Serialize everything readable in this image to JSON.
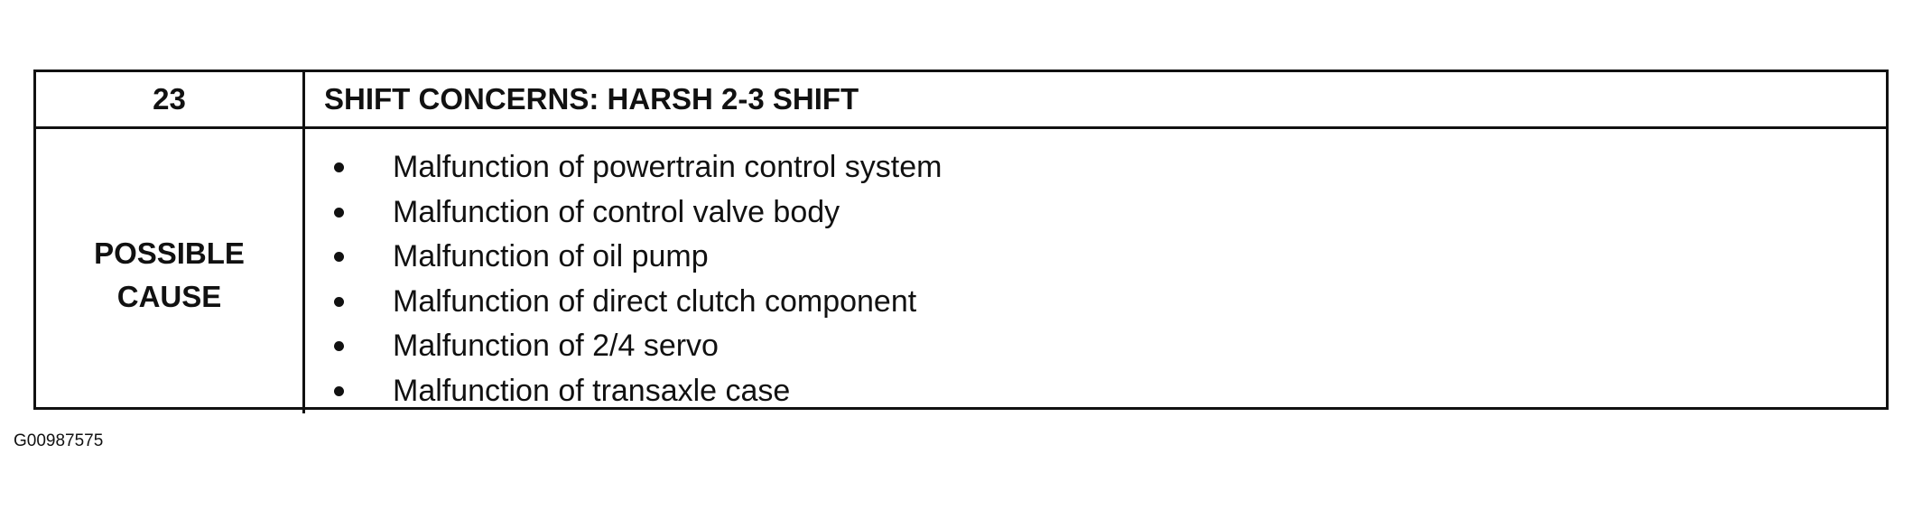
{
  "table": {
    "number": "23",
    "title": "SHIFT CONCERNS: HARSH 2-3 SHIFT",
    "label_line1": "POSSIBLE",
    "label_line2": "CAUSE",
    "causes": [
      "Malfunction of powertrain control system",
      "Malfunction of control valve body",
      "Malfunction of oil pump",
      "Malfunction of direct clutch component",
      "Malfunction of 2/4 servo",
      "Malfunction of transaxle case"
    ]
  },
  "figure_id": "G00987575"
}
